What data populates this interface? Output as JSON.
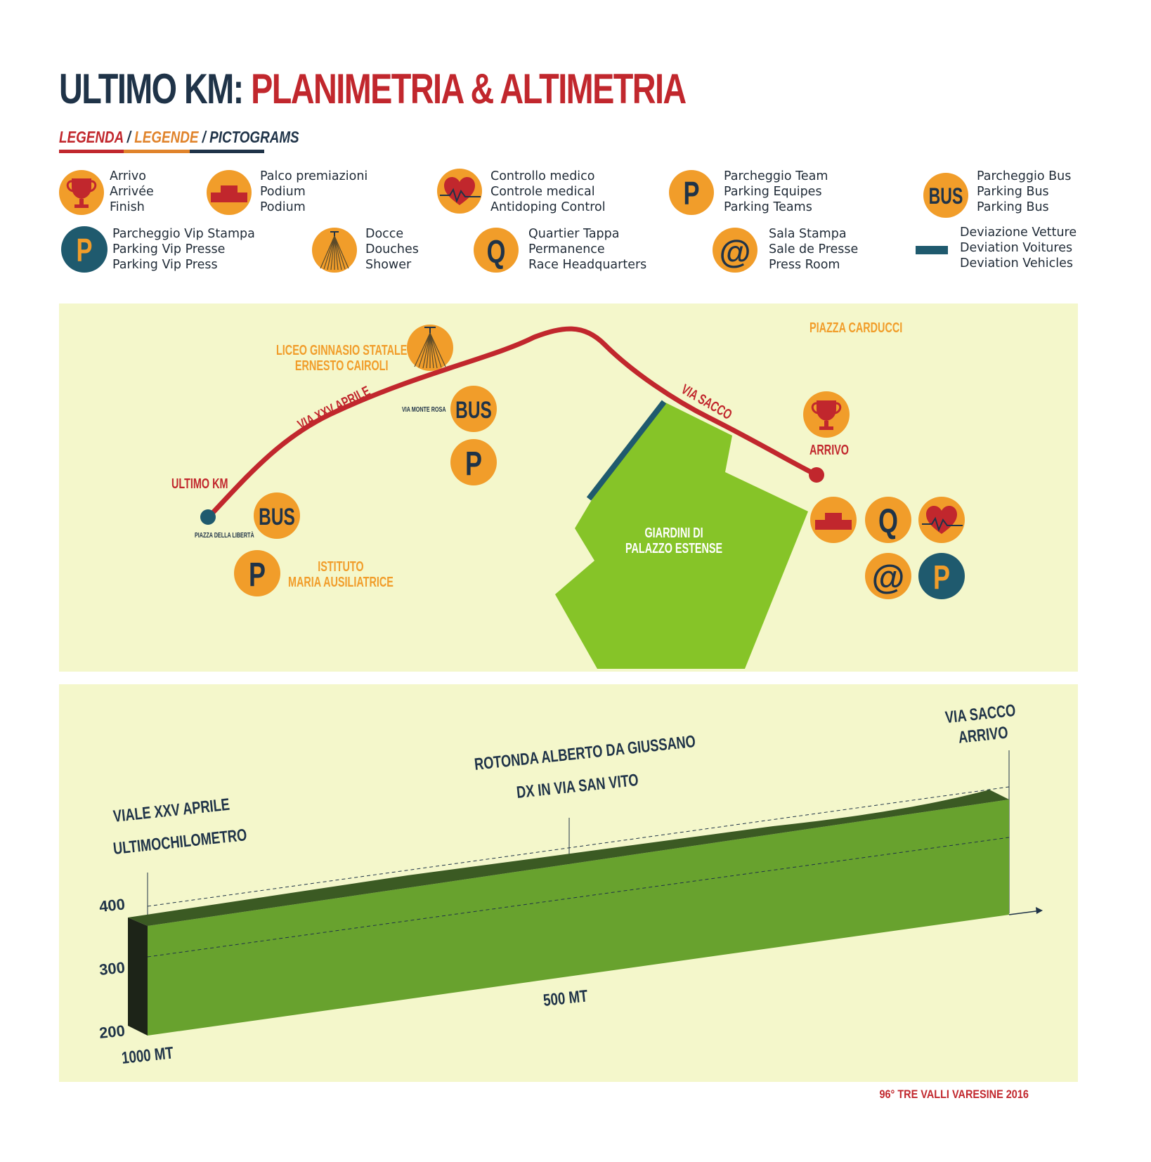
{
  "title": {
    "part1": "ULTIMO KM:",
    "part2": "PLANIMETRIA & ALTIMETRIA"
  },
  "legend_heading": {
    "it": "LEGENDA",
    "fr": "LEGENDE",
    "en": "PICTOGRAMS",
    "sep": "/"
  },
  "legend": [
    {
      "icon": "trophy-icon",
      "lines": [
        "Arrivo",
        "Arrivée",
        "Finish"
      ]
    },
    {
      "icon": "podium-icon",
      "lines": [
        "Palco premiazioni",
        "Podium",
        "Podium"
      ]
    },
    {
      "icon": "heart-icon",
      "lines": [
        "Controllo medico",
        "Controle medical",
        "Antidoping Control"
      ]
    },
    {
      "icon": "parking-icon",
      "lines": [
        "Parcheggio Team",
        "Parking Equipes",
        "Parking Teams"
      ]
    },
    {
      "icon": "bus-icon",
      "lines": [
        "Parcheggio Bus",
        "Parking Bus",
        "Parking Bus"
      ]
    },
    {
      "icon": "parking-vip-icon",
      "lines": [
        "Parcheggio Vip Stampa",
        "Parking Vip Presse",
        "Parking Vip Press"
      ]
    },
    {
      "icon": "shower-icon",
      "lines": [
        "Docce",
        "Douches",
        "Shower"
      ]
    },
    {
      "icon": "headquarters-icon",
      "lines": [
        "Quartier Tappa",
        "Permanence",
        "Race Headquarters"
      ]
    },
    {
      "icon": "press-room-icon",
      "lines": [
        "Sala Stampa",
        "Sale de Presse",
        "Press Room"
      ]
    },
    {
      "icon": "deviation-icon",
      "lines": [
        "Deviazione Vetture",
        "Deviation Voitures",
        "Deviation Vehicles"
      ]
    }
  ],
  "map": {
    "labels": {
      "liceo": [
        "LICEO GINNASIO STATALE",
        "ERNESTO CAIROLI"
      ],
      "piazza_carducci": "PIAZZA CARDUCCI",
      "via_xxv_aprile": "VIA XXV APRILE",
      "via_monte_rosa": "VIA MONTE ROSA",
      "via_sacco": "VIA SACCO",
      "arrivo": "ARRIVO",
      "ultimo_km": "ULTIMO KM",
      "piazza_liberta": "PIAZZA DELLA LIBERTÀ",
      "istituto": [
        "ISTITUTO",
        "MARIA AUSILIATRICE"
      ],
      "giardini": [
        "GIARDINI DI",
        "PALAZZO ESTENSE"
      ]
    },
    "icon_text": {
      "bus": "BUS",
      "parking": "P",
      "hq": "Q",
      "press": "@"
    }
  },
  "profile": {
    "labels": {
      "start": [
        "VIALE XXV APRILE",
        "ULTIMOCHILOMETRO"
      ],
      "middle": [
        "ROTONDA ALBERTO DA GIUSSANO",
        "DX IN VIA SAN VITO"
      ],
      "finish": [
        "VIA SACCO",
        "ARRIVO"
      ]
    },
    "y_ticks": [
      "400",
      "300",
      "200"
    ],
    "x_labels": {
      "start": "1000 MT",
      "middle": "500 MT"
    }
  },
  "colors": {
    "navy": "#1f3348",
    "red": "#c1272d",
    "orange": "#f19d2a",
    "teal": "#1f5a6e",
    "panel": "#f4f7cb",
    "green": "#86c428",
    "profile_green": "#68a22e"
  },
  "footer": "96° TRE VALLI VARESINE 2016"
}
